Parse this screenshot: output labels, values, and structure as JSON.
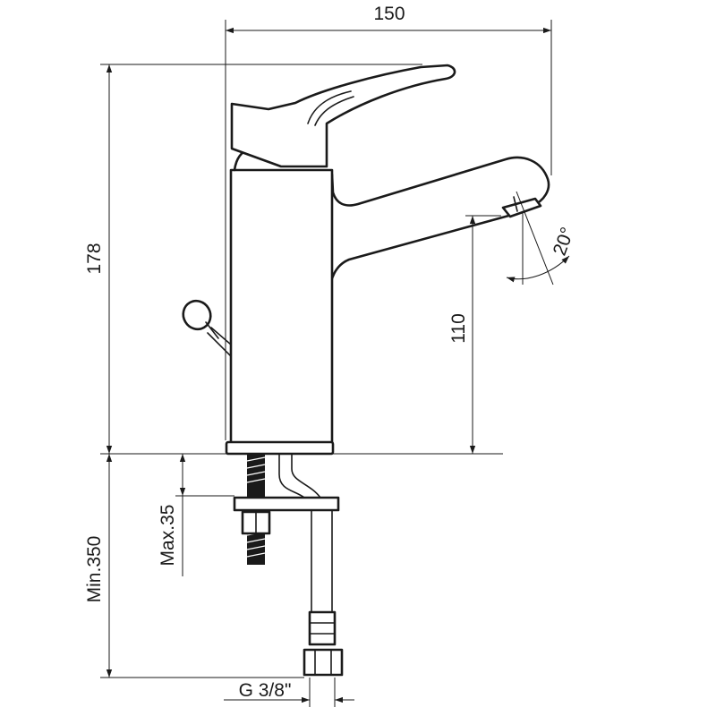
{
  "dimensions": {
    "width": "150",
    "height": "178",
    "spout_height": "110",
    "min_hose": "Min.350",
    "max_thickness": "Max.35",
    "thread": "G 3/8\"",
    "angle": "20°"
  },
  "colors": {
    "line": "#1a1a1a",
    "background": "#ffffff"
  }
}
